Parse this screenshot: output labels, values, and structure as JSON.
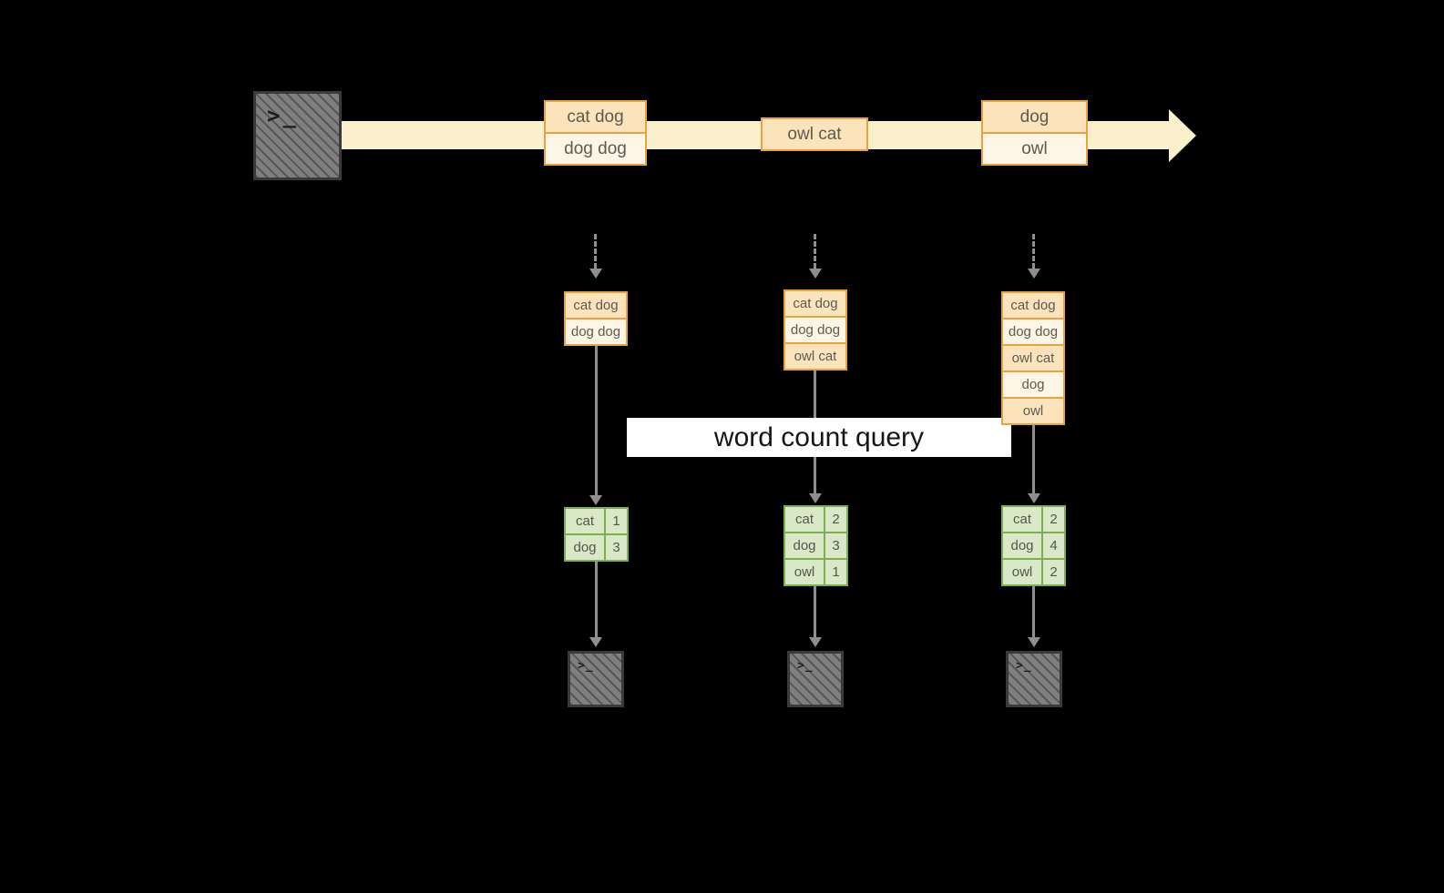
{
  "colors": {
    "background": "#000000",
    "stream_band": "#fbf0cc",
    "record_border": "#e8a33d",
    "record_fill_a": "#fbe4bb",
    "record_fill_b": "#fdf5e5",
    "count_border": "#7fae50",
    "count_fill": "#d9e8c6",
    "arrow": "#8f8f8f",
    "terminal_fill": "#7f7f7f",
    "query_band_bg": "#ffffff"
  },
  "terminal_glyph": ">_",
  "stream": {
    "groups": [
      {
        "items": [
          "cat dog",
          "dog dog"
        ]
      },
      {
        "items": [
          "owl cat"
        ]
      },
      {
        "items": [
          "dog",
          "owl"
        ]
      }
    ]
  },
  "query": {
    "label": "word count query"
  },
  "columns": [
    {
      "buffer": [
        "cat dog",
        "dog dog"
      ],
      "counts": [
        {
          "word": "cat",
          "count": "1"
        },
        {
          "word": "dog",
          "count": "3"
        }
      ]
    },
    {
      "buffer": [
        "cat dog",
        "dog dog",
        "owl cat"
      ],
      "counts": [
        {
          "word": "cat",
          "count": "2"
        },
        {
          "word": "dog",
          "count": "3"
        },
        {
          "word": "owl",
          "count": "1"
        }
      ]
    },
    {
      "buffer": [
        "cat dog",
        "dog dog",
        "owl cat",
        "dog",
        "owl"
      ],
      "counts": [
        {
          "word": "cat",
          "count": "2"
        },
        {
          "word": "dog",
          "count": "4"
        },
        {
          "word": "owl",
          "count": "2"
        }
      ]
    }
  ]
}
